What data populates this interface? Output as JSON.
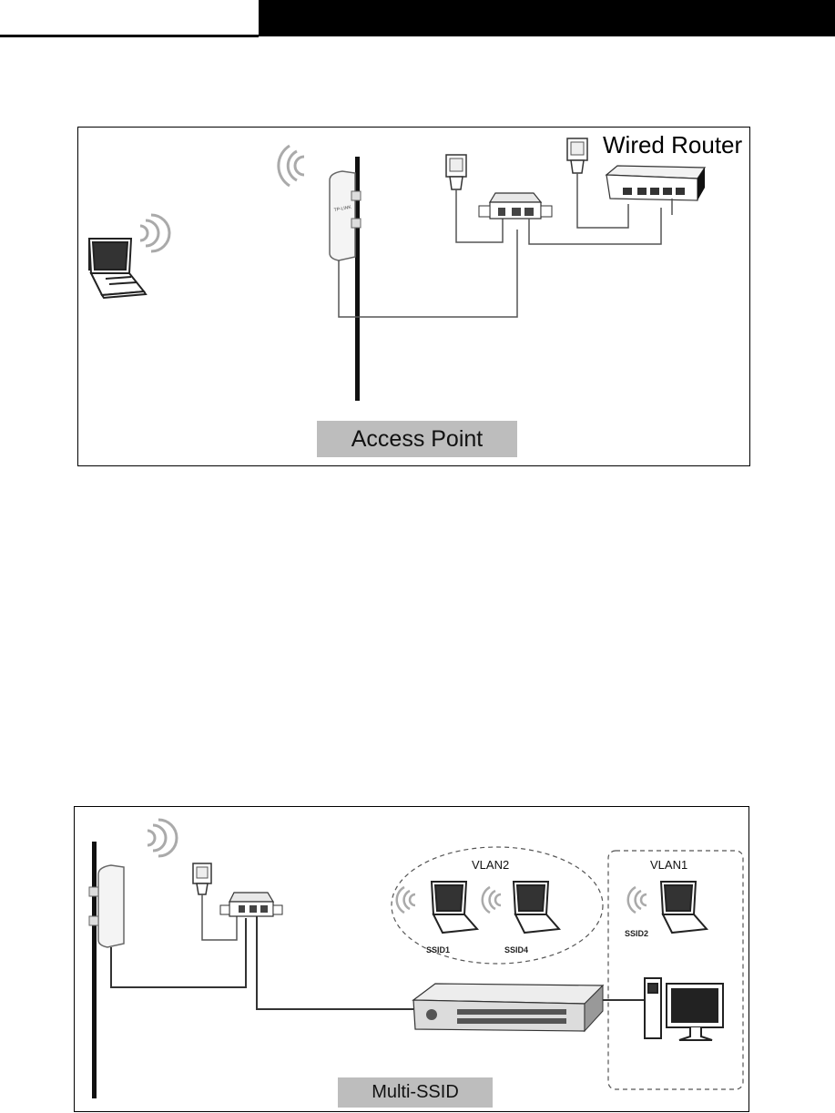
{
  "figure1": {
    "wired_router_label": "Wired Router",
    "caption": "Access Point"
  },
  "figure2": {
    "vlan2_label": "VLAN2",
    "vlan1_label": "VLAN1",
    "ssid1_label": "SSID1",
    "ssid4_label": "SSID4",
    "ssid2_label": "SSID2",
    "caption": "Multi-SSID"
  }
}
